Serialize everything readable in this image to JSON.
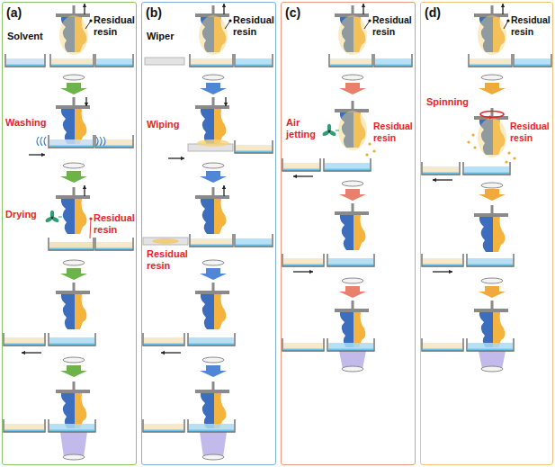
{
  "diagram": {
    "nodes": [
      {
        "text": [
          "(a)"
        ]
      },
      {
        "text": [
          "(b)"
        ]
      },
      {
        "text": [
          "(c)"
        ]
      },
      {
        "text": [
          "(d)"
        ]
      }
    ],
    "labels": [
      "Solvent",
      "Residual resin",
      "Washing",
      "Drying",
      "Residual resin",
      "Wiper",
      "Residual resin",
      "Wiping",
      "Residual resin",
      "Residual resin",
      "Air jetting",
      "Residual resin",
      "Residual resin",
      "Spinning",
      "Residual resin"
    ]
  }
}
